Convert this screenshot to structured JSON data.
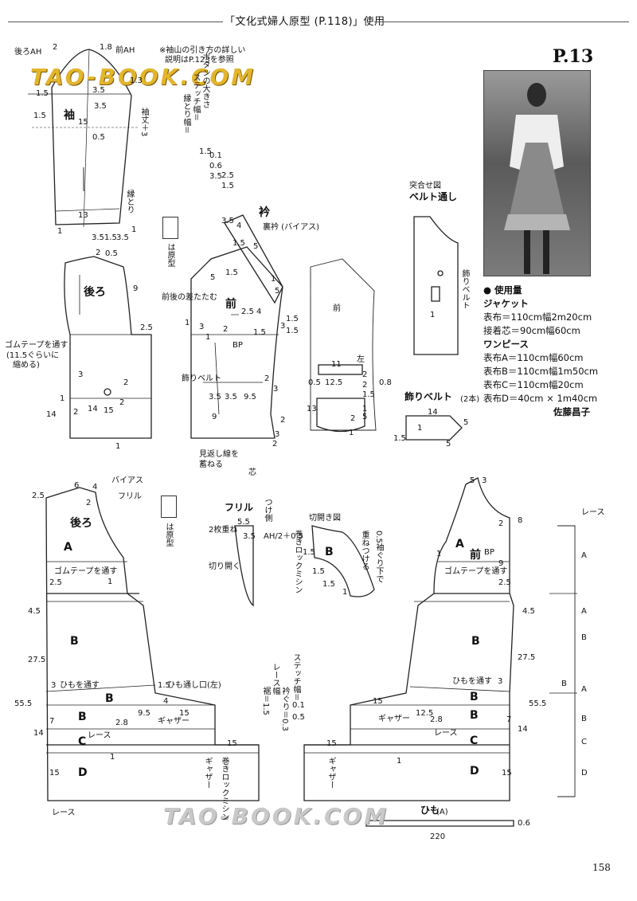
{
  "header": {
    "title": "「文化式婦人原型 (P.118)」使用"
  },
  "page_number": "P.13",
  "watermark": "TAO-BOOK.COM",
  "note_top": [
    "※袖山の引き方の詳しい",
    "説明はP.123を参照"
  ],
  "sleeve": {
    "back_ah": "後ろAH",
    "front_ah": "前AH",
    "title": "袖",
    "edge": "縁とり",
    "length": "袖丈＋3",
    "nums": {
      "n2": "2",
      "n1_8": "1.8",
      "n1_5a": "1.5",
      "n1_5b": "1.5",
      "n15": "15",
      "n3_5a": "3.5",
      "n3_5b": "3.5",
      "n1_3": "1.3",
      "n0_5": "0.5",
      "n13": "13",
      "n1": "1",
      "n3_5c": "3.5",
      "n1_5c": "1.5",
      "n3_5d": "3.5",
      "n1b": "1"
    }
  },
  "notes_vertical": {
    "button": "ボタンの大きさ",
    "stitch": "ステッチ幅＝",
    "edge_width": "縁とり幅＝",
    "vals": [
      "1.5",
      "0.1",
      "0.6",
      "3.5",
      "2.5",
      "1.5"
    ]
  },
  "legend": {
    "text": "は原型",
    "text2": "は原型"
  },
  "jacket_back": {
    "title": "後ろ",
    "elastic": "ゴムテープを通す",
    "elastic_note": [
      "(11.5ぐらいに",
      "縮める)"
    ],
    "nums": {
      "n2": "2",
      "n0_5": "0.5",
      "n9": "9",
      "n2_5": "2.5",
      "n3": "3",
      "n2b": "2",
      "n1": "1",
      "n14": "14",
      "n2c": "2",
      "n15": "15",
      "n2d": "2",
      "n14b": "14",
      "n1b": "1"
    }
  },
  "collar": {
    "title": "衿",
    "under": "裏衿 (バイアス)",
    "nums": {
      "n3_5": "3.5",
      "n4": "4",
      "n1_5": "1.5",
      "n5": "5",
      "n1": "1",
      "n5b": "5"
    }
  },
  "jacket_front": {
    "title": "前",
    "tuck": "前後の差たたむ",
    "belt": "飾りベルト",
    "bp": "BP",
    "fold": [
      "見返し線を",
      "蓄ねる"
    ],
    "core": "芯",
    "nums": {
      "n5": "5",
      "n1_5": "1.5",
      "n2_5": "2.5",
      "n4": "4",
      "n1": "1",
      "n3": "3",
      "n1b": "1",
      "n2": "2",
      "n1_5b": "1.5",
      "n3b": "3",
      "n3_5": "3.5",
      "n3_5b": "3.5",
      "n9": "9",
      "n9_5": "9.5",
      "n2b": "2",
      "n3c": "3",
      "n2c": "2",
      "n1_5c": "1.5",
      "n1_5d": "1.5",
      "n2d": "2"
    }
  },
  "pocket": {
    "front": "前",
    "left": "左",
    "nums": {
      "n11": "11",
      "n12_5": "12.5",
      "n2": "2",
      "n0_5": "0.5",
      "n13": "13",
      "n2b": "2",
      "n1_5": "1.5",
      "n0_8": "0.8",
      "n1": "1",
      "n5": "5",
      "n2c": "2",
      "n1b": "1"
    }
  },
  "belt_loop": {
    "title1": "突合せ図",
    "title2": "ベルト通し",
    "belt": "飾りベルト",
    "n1": "1"
  },
  "deco_belt": {
    "title": "飾りベルト",
    "count": "(2本)",
    "nums": {
      "n14": "14",
      "n1": "1",
      "n1_5": "1.5",
      "n5": "5",
      "n5b": "5"
    }
  },
  "materials": {
    "title": "● 使用量",
    "jacket": "ジャケット",
    "jacket_items": [
      "表布＝110cm幅2m20cm",
      "接着芯＝90cm幅60cm"
    ],
    "dress": "ワンピース",
    "dress_items": [
      "表布A＝110cm幅60cm",
      "表布B＝110cm幅1m50cm",
      "表布C＝110cm幅20cm",
      "表布D＝40cm × 1m40cm"
    ],
    "author": "佐藤昌子"
  },
  "dress_back": {
    "bias": "バイアス",
    "title": "後ろ",
    "frill": "フリル",
    "elastic": "ゴムテープを通す",
    "cord": "ひもを通す",
    "cord_open": "ひも通し口(左)",
    "gather": "ギャザー",
    "lace": "レース",
    "lace2": "レース",
    "gather2": "ギャザー",
    "roll": "巻きロックミシン",
    "A": "A",
    "B": "B",
    "B2": "B",
    "B3": "B",
    "C": "C",
    "D": "D",
    "nums": {
      "n6": "6",
      "n4": "4",
      "n2_5": "2.5",
      "n2": "2",
      "n2_5b": "2.5",
      "n1": "1",
      "n4_5": "4.5",
      "n27_5": "27.5",
      "n3": "3",
      "n55_5": "55.5",
      "n7": "7",
      "n14": "14",
      "n1_5": "1.5",
      "n9_5": "9.5",
      "n4b": "4",
      "n15": "15",
      "n2_8": "2.8",
      "n1b": "1",
      "n15b": "15",
      "n15c": "15",
      "n1c": "1"
    }
  },
  "frill": {
    "title": "フリル",
    "attach": "つけ側",
    "two": "2枚重ね",
    "cut": "切り開く",
    "ah": "AH/2＋0.5",
    "roll": "巻きロックミシン",
    "cut_fig": "切開き図",
    "overlap": "重ねつける",
    "below": "0.5袖ぐり下で",
    "nums": {
      "n5_5": "5.5",
      "n3_5": "3.5",
      "n1_5": "1.5",
      "n1_5b": "1.5",
      "n1_5c": "1.5",
      "n1": "1",
      "B": "B"
    }
  },
  "lace_notes": {
    "lace_w": "レース幅",
    "hem": "裾＝1.5",
    "arm": "衿ぐり＝0.3",
    "stitch": "ステッチ幅＝",
    "v1": "0.1",
    "v2": "0.5"
  },
  "dress_front": {
    "title": "前",
    "bp": "BP",
    "elastic": "ゴムテープを通す",
    "cord": "ひもを通す",
    "gather": "ギャザー",
    "lace": "レース",
    "gather2": "ギャザー",
    "A": "A",
    "B": "B",
    "B2": "B",
    "B3": "B",
    "C": "C",
    "D": "D",
    "nums": {
      "n5": "5",
      "n3": "3",
      "n8": "8",
      "n2": "2",
      "n9": "9",
      "n2_5": "2.5",
      "n1": "1",
      "n4_5": "4.5",
      "n27_5": "27.5",
      "n3b": "3",
      "n55_5": "55.5",
      "n15": "15",
      "n12_5": "12.5",
      "n2_8": "2.8",
      "n7": "7",
      "n14": "14",
      "n15b": "15",
      "n1b": "1",
      "n15c": "15"
    }
  },
  "side_view": {
    "lace": "レース",
    "A": "A",
    "A2": "A",
    "B": "B",
    "B2": "B",
    "A3": "A",
    "B3": "B",
    "C": "C",
    "D": "D"
  },
  "cord": {
    "label": "ひも",
    "fabric": "(A)",
    "length": "220",
    "width": "0.6"
  },
  "footer": {
    "page": "158"
  }
}
